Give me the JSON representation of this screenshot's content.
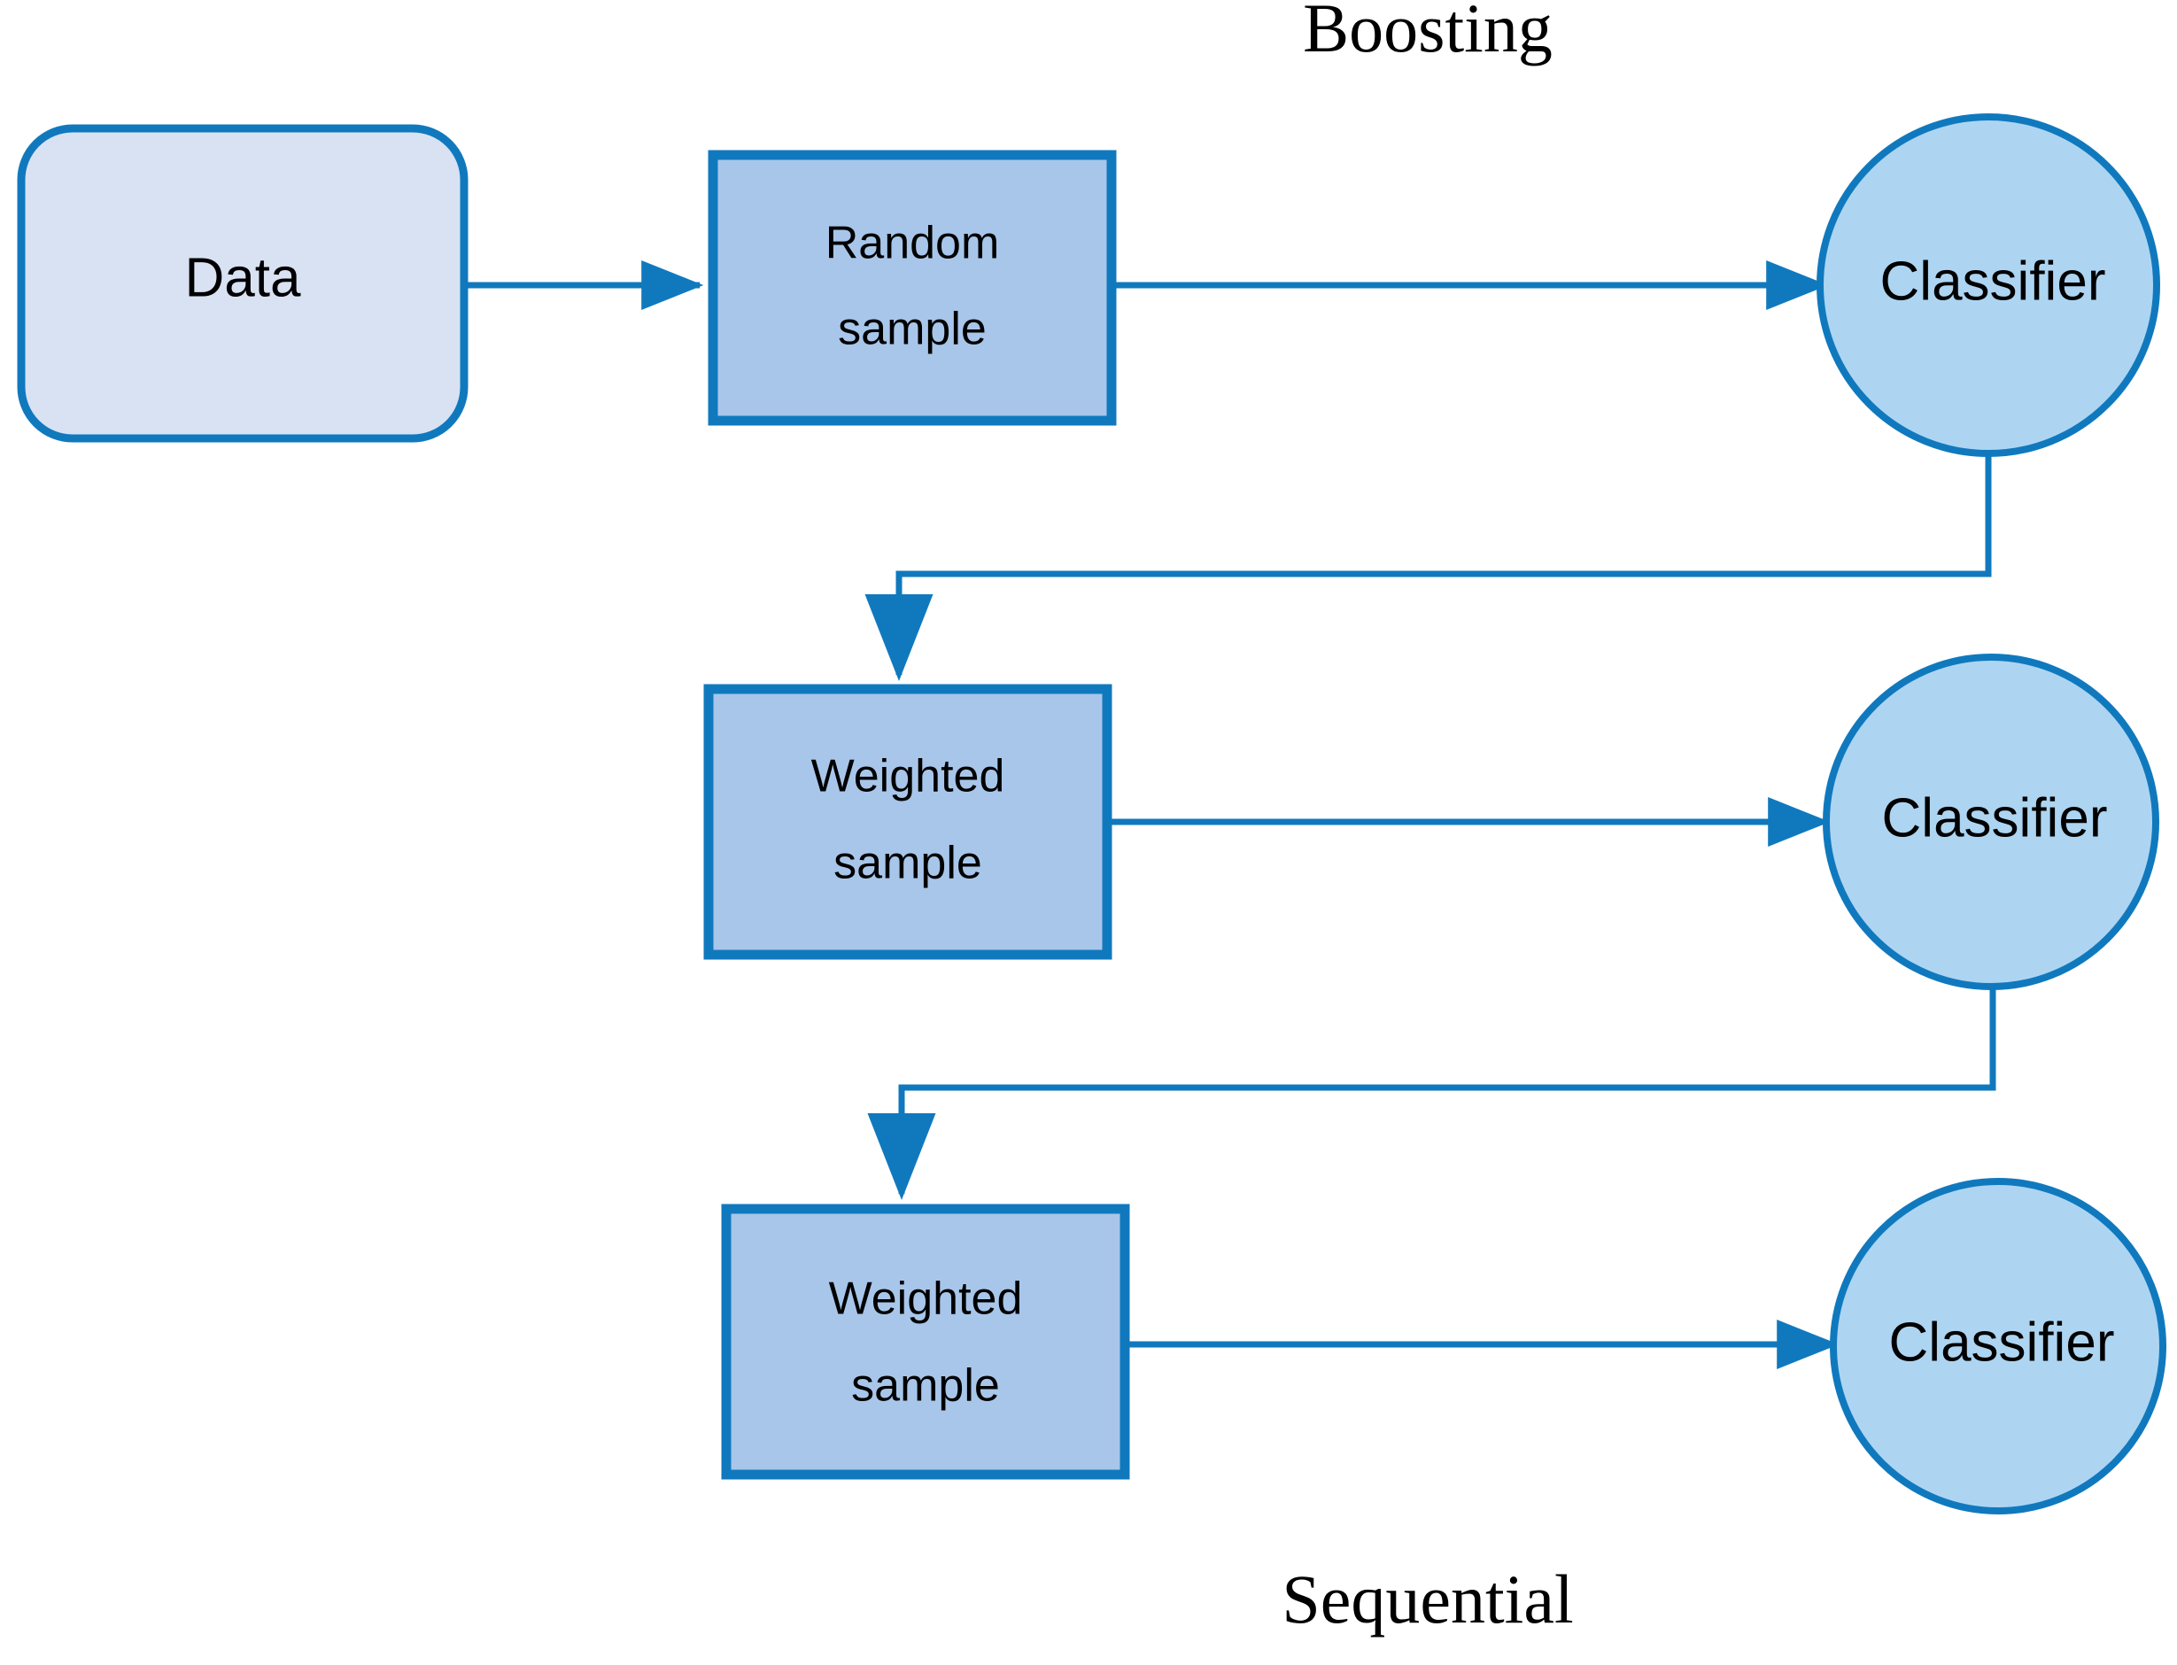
{
  "figure": {
    "title_top": "Boosting",
    "title_bottom": "Sequential"
  },
  "colors": {
    "stroke": "#1079BE",
    "stroke_dark": "#0E72B4",
    "data_fill": "#D9E2F3",
    "sample_fill": "#A8C6EA",
    "classifier_fill": "#ADD5F2",
    "text": "#000000",
    "background": "#FFFFFF"
  },
  "nodes": {
    "data": {
      "label": "Data",
      "shape": "rounded-rectangle"
    },
    "random_sample": {
      "label_line1": "Random",
      "label_line2": "sample",
      "shape": "rectangle"
    },
    "weighted_sample_1": {
      "label_line1": "Weighted",
      "label_line2": "sample",
      "shape": "rectangle"
    },
    "weighted_sample_2": {
      "label_line1": "Weighted",
      "label_line2": "sample",
      "shape": "rectangle"
    },
    "classifier_1": {
      "label": "Classifier",
      "shape": "circle"
    },
    "classifier_2": {
      "label": "Classifier",
      "shape": "circle"
    },
    "classifier_3": {
      "label": "Classifier",
      "shape": "circle"
    }
  },
  "edges": [
    {
      "name": "data-to-random-sample",
      "from": "data",
      "to": "random_sample",
      "style": "straight-arrow"
    },
    {
      "name": "random-sample-to-classifier-1",
      "from": "random_sample",
      "to": "classifier_1",
      "style": "straight-arrow"
    },
    {
      "name": "classifier-1-to-weighted-sample-1",
      "from": "classifier_1",
      "to": "weighted_sample_1",
      "style": "elbow-arrow"
    },
    {
      "name": "weighted-sample-1-to-classifier-2",
      "from": "weighted_sample_1",
      "to": "classifier_2",
      "style": "straight-arrow"
    },
    {
      "name": "classifier-2-to-weighted-sample-2",
      "from": "classifier_2",
      "to": "weighted_sample_2",
      "style": "elbow-arrow"
    },
    {
      "name": "weighted-sample-2-to-classifier-3",
      "from": "weighted_sample_2",
      "to": "classifier_3",
      "style": "straight-arrow"
    }
  ]
}
